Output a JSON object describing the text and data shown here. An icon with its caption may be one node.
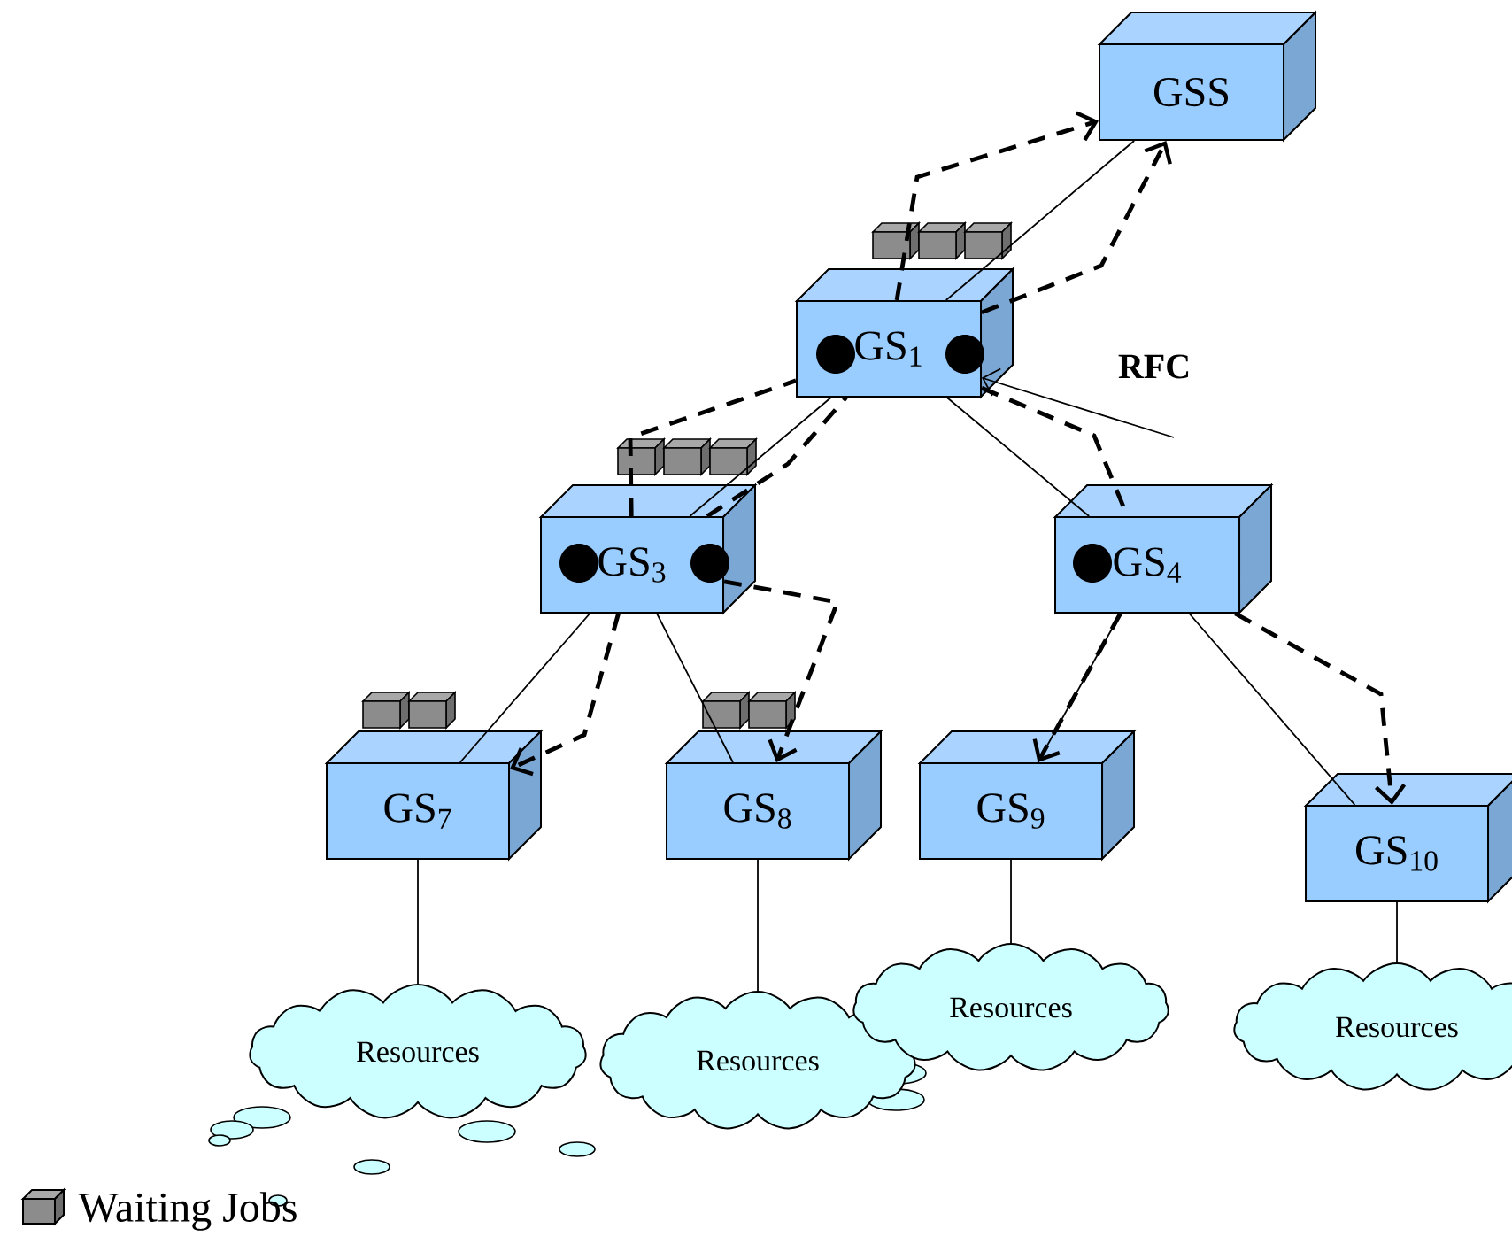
{
  "diagram": {
    "nodes": [
      {
        "text": [
          "GSS"
        ]
      },
      {
        "text": [
          "GS$_{1}$"
        ]
      },
      {
        "text": [
          "GS$_{3}$"
        ]
      },
      {
        "text": [
          "GS$_{4}$"
        ]
      },
      {
        "text": [
          "GS$_{7}$"
        ]
      },
      {
        "text": [
          "GS$_{8}$"
        ]
      },
      {
        "text": [
          "GS$_{9}$"
        ]
      },
      {
        "text": [
          "GS$_{10}$"
        ]
      },
      {
        "text": [
          "Resources"
        ]
      },
      {
        "text": [
          "Resources"
        ]
      },
      {
        "text": [
          "Resources"
        ]
      },
      {
        "text": [
          "Resources"
        ]
      }
    ],
    "edges": [
      {
        "from": 0,
        "to": 1,
        "arrow": "none"
      },
      {
        "from": 1,
        "to": 2,
        "arrow": "none"
      },
      {
        "from": 1,
        "to": 3,
        "arrow": "none"
      },
      {
        "from": 2,
        "to": 4,
        "arrow": "none"
      },
      {
        "from": 2,
        "to": 5,
        "arrow": "none"
      },
      {
        "from": 3,
        "to": 6,
        "arrow": "none"
      },
      {
        "from": 3,
        "to": 7,
        "arrow": "none"
      },
      {
        "from": 4,
        "to": 8,
        "arrow": "none"
      },
      {
        "from": 5,
        "to": 9,
        "arrow": "none"
      },
      {
        "from": 6,
        "to": 10,
        "arrow": "none"
      },
      {
        "from": 7,
        "to": 11,
        "arrow": "none"
      },
      {
        "from": 1,
        "to": 0,
        "arrow": "to",
        "style": "dashed"
      },
      {
        "from": 1,
        "to": 0,
        "arrow": "to",
        "style": "dashed"
      },
      {
        "from": 2,
        "to": 1,
        "arrow": "none",
        "style": "dashed"
      },
      {
        "from": 2,
        "to": 1,
        "arrow": "none",
        "style": "dashed"
      },
      {
        "from": 1,
        "to": 3,
        "arrow": "none",
        "style": "dashed"
      },
      {
        "from": 2,
        "to": 4,
        "arrow": "to",
        "style": "dashed"
      },
      {
        "from": 2,
        "to": 5,
        "arrow": "to",
        "style": "dashed"
      },
      {
        "from": 3,
        "to": 6,
        "arrow": "to",
        "style": "dashed"
      },
      {
        "from": 3,
        "to": 7,
        "arrow": "to",
        "style": "dashed"
      },
      {
        "from": null,
        "to": 1,
        "arrow": "to",
        "label": "RFC"
      }
    ],
    "legend": [
      {
        "text": "Waiting Jobs"
      }
    ]
  }
}
